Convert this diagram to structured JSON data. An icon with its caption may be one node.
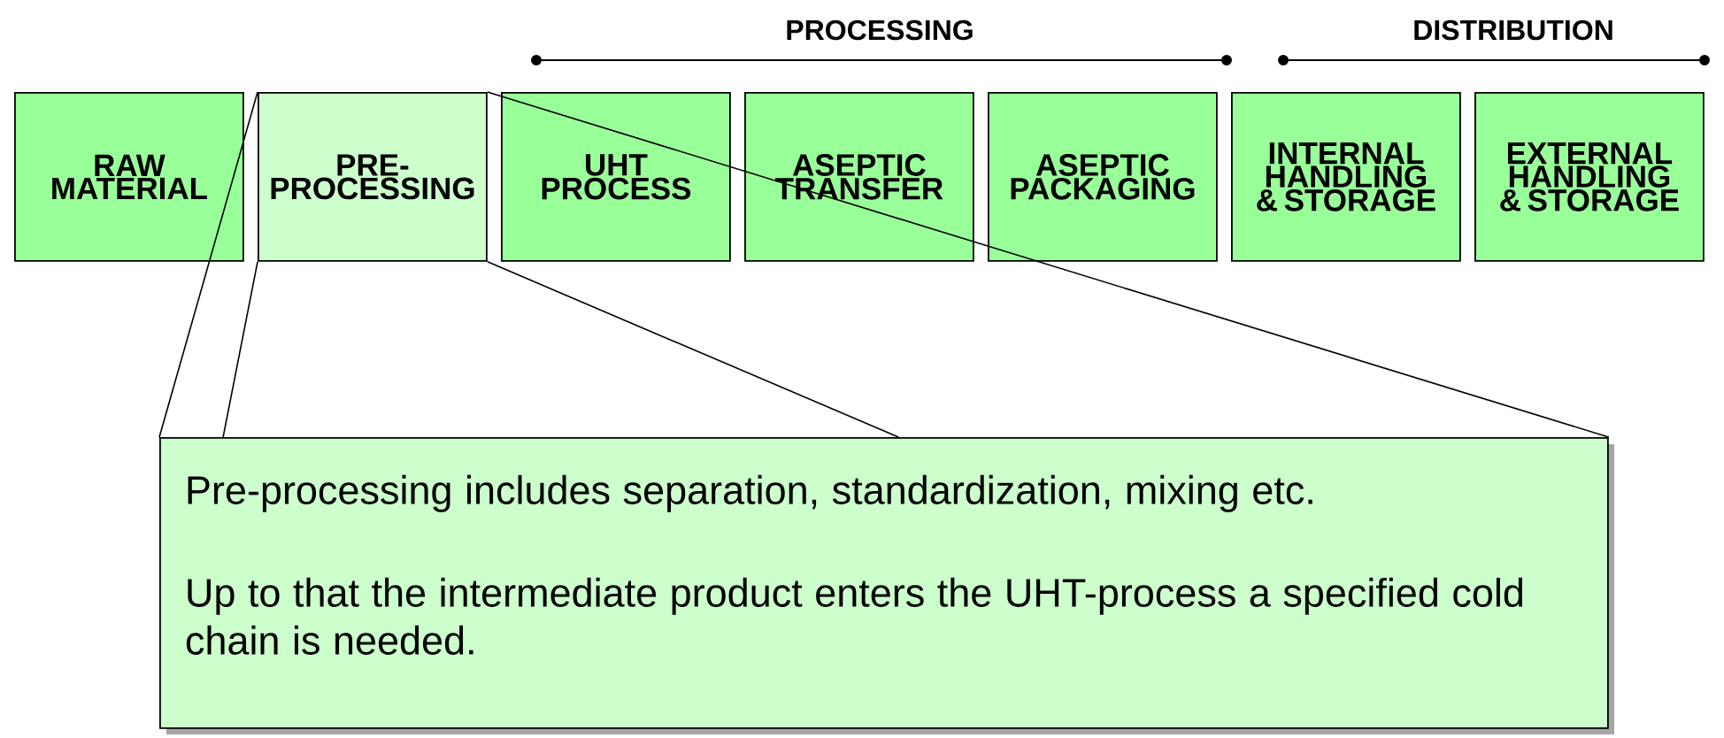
{
  "diagram": {
    "nodes": [
      {
        "text": [
          "RAW MATERIAL"
        ]
      },
      {
        "text": [
          "PRE-PROCESSING"
        ]
      },
      {
        "text": [
          "UHT PROCESS"
        ]
      },
      {
        "text": [
          "ASEPTIC TRANSFER"
        ]
      },
      {
        "text": [
          "ASEPTIC PACKAGING"
        ]
      },
      {
        "text": [
          "INTERNAL HANDLING & STORAGE"
        ]
      },
      {
        "text": [
          "EXTERNAL HANDLING & STORAGE"
        ]
      },
      {
        "text": [
          "Pre-processing includes separation, standardization, mixing etc.",
          "Up to that the intermediate product enters the UHT-process a specified cold chain is needed."
        ]
      }
    ],
    "edges": [
      {
        "from": 1,
        "to": 7,
        "arrow": "none"
      },
      {
        "from": 1,
        "to": 7,
        "arrow": "none"
      },
      {
        "from": 1,
        "to": 7,
        "arrow": "none"
      },
      {
        "from": 1,
        "to": 7,
        "arrow": "none"
      }
    ],
    "labels": [
      "PROCESSING",
      "DISTRIBUTION"
    ]
  }
}
